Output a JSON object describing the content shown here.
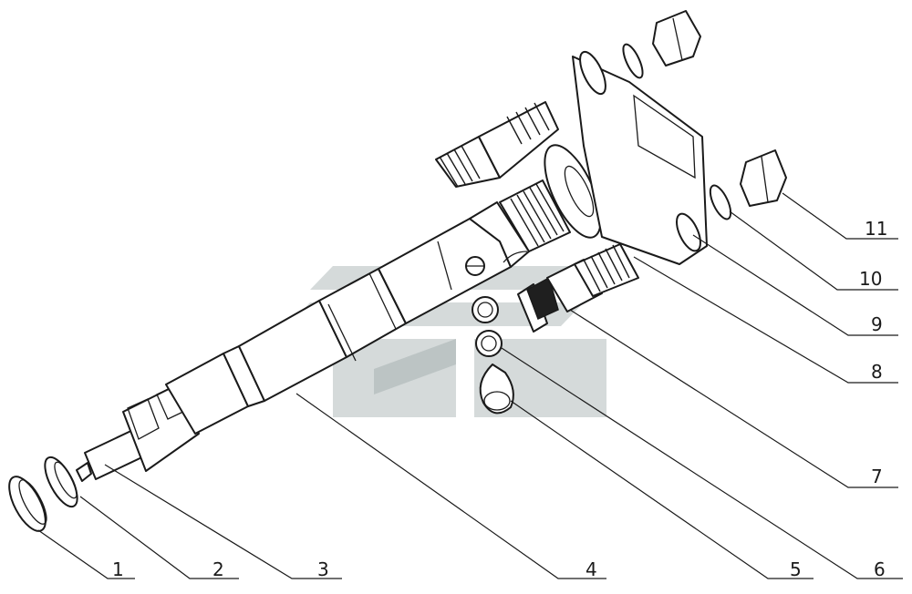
{
  "callouts": [
    {
      "id": "1",
      "label": "1"
    },
    {
      "id": "2",
      "label": "2"
    },
    {
      "id": "3",
      "label": "3"
    },
    {
      "id": "4",
      "label": "4"
    },
    {
      "id": "5",
      "label": "5"
    },
    {
      "id": "6",
      "label": "6"
    },
    {
      "id": "7",
      "label": "7"
    },
    {
      "id": "8",
      "label": "8"
    },
    {
      "id": "9",
      "label": "9"
    },
    {
      "id": "10",
      "label": "10"
    },
    {
      "id": "11",
      "label": "11"
    }
  ],
  "colors": {
    "ink": "#1a1a1a",
    "background": "#ffffff",
    "watermark": "#9aa7a7"
  }
}
